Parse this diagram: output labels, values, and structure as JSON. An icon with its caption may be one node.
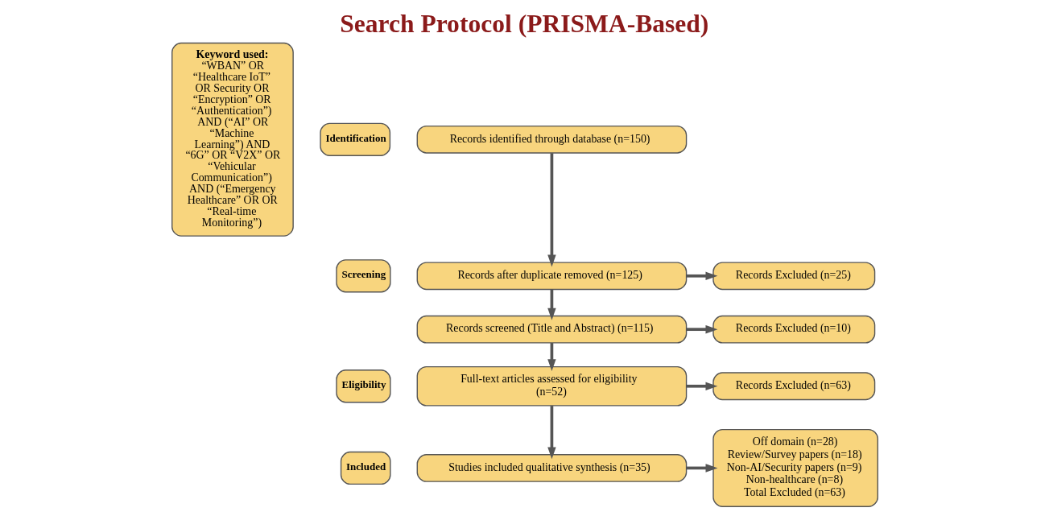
{
  "diagram": {
    "title": "Search Protocol (PRISMA-Based)",
    "nodes": [
      {
        "text": [
          "Keyword used:",
          "“WBAN” OR “Healthcare IoT” OR Security OR “Encryption” OR “Authentication”) AND (“AI” OR “Machine Learning”) AND “6G” OR “V2X” OR “Vehicular Communication”) AND (“Emergency Healthcare” OR OR “Real-time Monitoring”)"
        ]
      },
      {
        "text": [
          "Identification"
        ]
      },
      {
        "text": [
          "Screening"
        ]
      },
      {
        "text": [
          "Eligibility"
        ]
      },
      {
        "text": [
          "Included"
        ]
      },
      {
        "text": [
          "Records identified through database (n=150)"
        ]
      },
      {
        "text": [
          "Records after duplicate removed (n=125)"
        ]
      },
      {
        "text": [
          "Records screened (Title and Abstract) (n=115)"
        ]
      },
      {
        "text": [
          "Full-text articles assessed for eligibility (n=52)"
        ]
      },
      {
        "text": [
          "Studies included qualitative synthesis (n=35)"
        ]
      },
      {
        "text": [
          "Records Excluded (n=25)"
        ]
      },
      {
        "text": [
          "Records Excluded (n=10)"
        ]
      },
      {
        "text": [
          "Records Excluded (n=63)"
        ]
      },
      {
        "text": [
          "Off domain (n=28)",
          "Review/Survey papers (n=18)",
          "Non-AI/Security papers (n=9)",
          "Non-healthcare (n=8)",
          "Total Excluded (n=63)"
        ]
      }
    ],
    "edges": [
      {
        "from": 5,
        "to": 6,
        "arrow": "to"
      },
      {
        "from": 6,
        "to": 7,
        "arrow": "to"
      },
      {
        "from": 7,
        "to": 8,
        "arrow": "to"
      },
      {
        "from": 8,
        "to": 9,
        "arrow": "to"
      },
      {
        "from": 6,
        "to": 10,
        "arrow": "to"
      },
      {
        "from": 7,
        "to": 11,
        "arrow": "to"
      },
      {
        "from": 8,
        "to": 12,
        "arrow": "to"
      },
      {
        "from": 9,
        "to": 13,
        "arrow": "to"
      }
    ]
  }
}
